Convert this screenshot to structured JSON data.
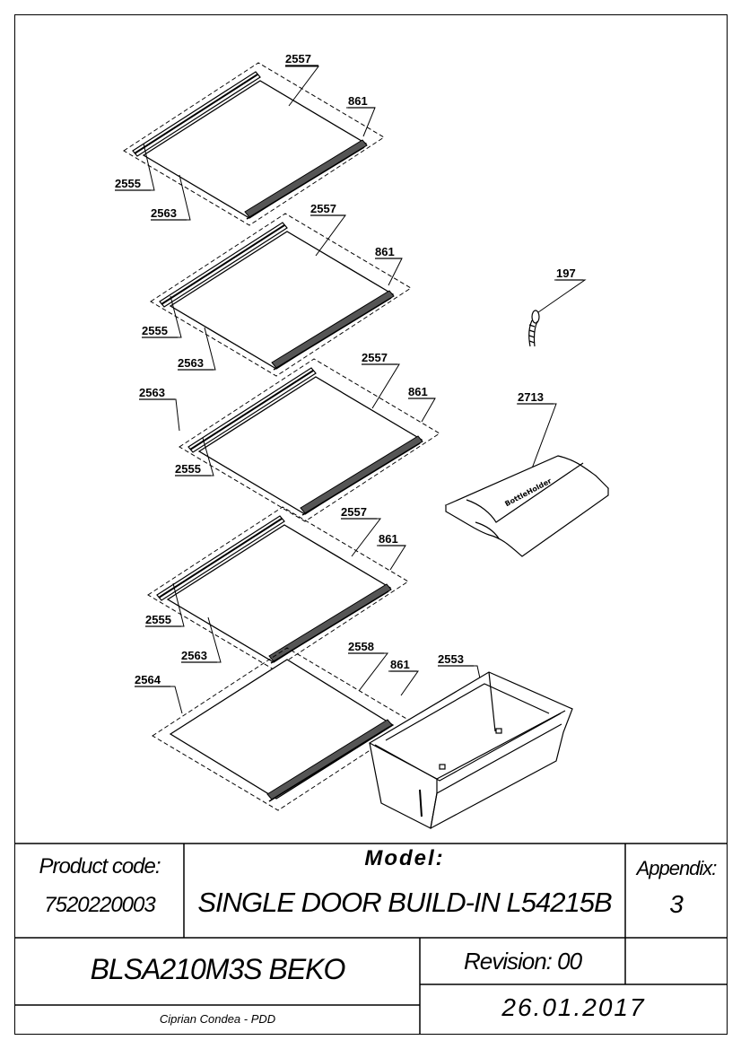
{
  "callouts": {
    "s1_2557": "2557",
    "s1_861": "861",
    "s1_2555": "2555",
    "s1_2563": "2563",
    "s2_2557": "2557",
    "s2_861": "861",
    "s2_2555": "2555",
    "s2_2563": "2563",
    "s3_2563": "2563",
    "s3_2557": "2557",
    "s3_861": "861",
    "s3_2555": "2555",
    "s4_2557": "2557",
    "s4_861": "861",
    "s4_2555": "2555",
    "s4_2563": "2563",
    "s5_2564": "2564",
    "s5_2558": "2558",
    "s5_861": "861",
    "p_197": "197",
    "p_2713": "2713",
    "p_2553": "2553"
  },
  "bottle_holder_text": "BottleHolder",
  "title_block": {
    "product_code_label": "Product code:",
    "product_code_value": "7520220003",
    "model_label": "Model:",
    "model_value": "SINGLE DOOR BUILD-IN L54215B",
    "appendix_label": "Appendix:",
    "appendix_value": "3",
    "part_name": "BLSA210M3S BEKO",
    "revision": "Revision: 00",
    "author": "Ciprian Condea - PDD",
    "date": "26.01.2017"
  }
}
